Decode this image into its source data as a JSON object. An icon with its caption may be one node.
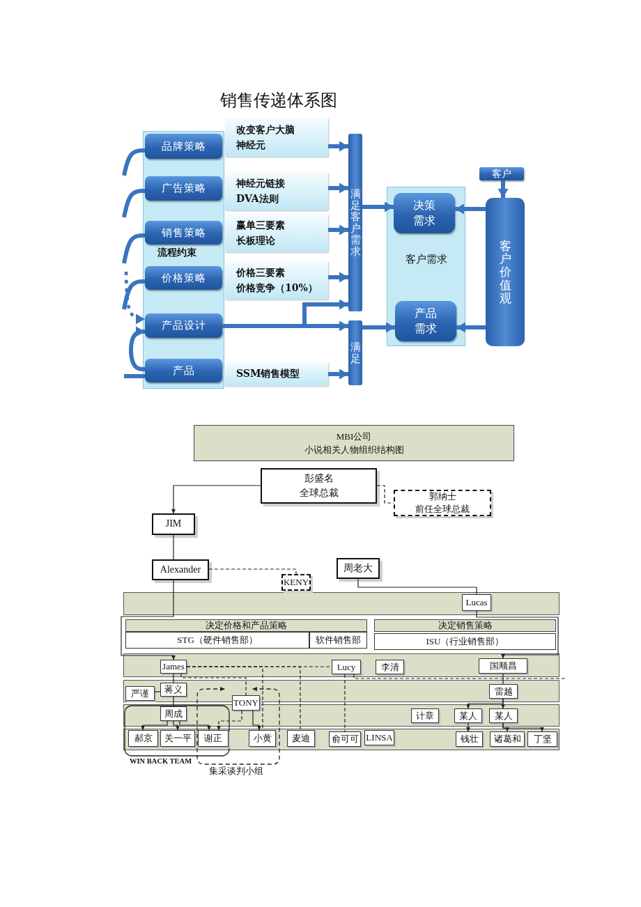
{
  "diagram": {
    "title": "销售传递体系图",
    "nodes": [
      {
        "text": [
          "流程约束"
        ]
      },
      {
        "text": [
          "品牌策略"
        ],
        "in": 0
      },
      {
        "text": [
          "广告策略"
        ],
        "in": 0
      },
      {
        "text": [
          "销售策略"
        ],
        "in": 0
      },
      {
        "text": [
          "价格策略"
        ],
        "in": 0
      },
      {
        "text": [
          "产品设计"
        ],
        "in": 0
      },
      {
        "text": [
          "产品"
        ],
        "in": 0
      },
      {
        "text": [
          "改变客户大脑神经元"
        ]
      },
      {
        "text": [
          "神经元链接",
          "DVA法则"
        ]
      },
      {
        "text": [
          "赢单三要素",
          "长板理论"
        ]
      },
      {
        "text": [
          "价格三要素",
          "价格竞争（10%）"
        ]
      },
      {
        "text": [
          "SSM销售模型"
        ]
      },
      {
        "text": [
          "满足客户需求"
        ]
      },
      {
        "text": [
          "满足"
        ]
      },
      {
        "text": [
          "客户需求"
        ]
      },
      {
        "text": [
          "决策需求"
        ],
        "in": 14
      },
      {
        "text": [
          "产品需求"
        ],
        "in": 14
      },
      {
        "text": [
          "客户"
        ]
      },
      {
        "text": [
          "客户价值观"
        ]
      },
      {
        "text": [
          "MBI公司",
          "小说相关人物组织结构图"
        ]
      },
      {
        "text": [
          "彭盛名",
          "全球总裁"
        ]
      },
      {
        "text": [
          "郭纳士",
          "前任全球总裁"
        ]
      },
      {
        "text": [
          "JIM"
        ]
      },
      {
        "text": [
          "Alexander"
        ]
      },
      {
        "text": [
          "KENY"
        ]
      },
      {
        "text": [
          "周老大"
        ]
      },
      {
        "text": [
          "Lucas"
        ]
      },
      {
        "text": [
          "决定价格和产品策略"
        ]
      },
      {
        "text": [
          "决定销售策略"
        ]
      },
      {
        "text": [
          "STG（硬件销售部）"
        ]
      },
      {
        "text": [
          "软件销售部"
        ]
      },
      {
        "text": [
          "ISU（行业销售部）"
        ]
      },
      {
        "text": [
          "James"
        ]
      },
      {
        "text": [
          "Lucy"
        ]
      },
      {
        "text": [
          "李清"
        ]
      },
      {
        "text": [
          "国顺昌"
        ]
      },
      {
        "text": [
          "严谨"
        ]
      },
      {
        "text": [
          "蒋义"
        ]
      },
      {
        "text": [
          "雷越"
        ]
      },
      {
        "text": [
          "集采谈判小组"
        ]
      },
      {
        "text": [
          "TONY"
        ],
        "in": 39
      },
      {
        "text": [
          "WIN BACK TEAM"
        ]
      },
      {
        "text": [
          "周成"
        ],
        "in": 41
      },
      {
        "text": [
          "计章"
        ]
      },
      {
        "text": [
          "某人"
        ]
      },
      {
        "text": [
          "某人"
        ]
      },
      {
        "text": [
          "郝京"
        ],
        "in": 41
      },
      {
        "text": [
          "关一平"
        ],
        "in": 41
      },
      {
        "text": [
          "谢正"
        ]
      },
      {
        "text": [
          "小黄"
        ],
        "in": 39
      },
      {
        "text": [
          "麦迪"
        ]
      },
      {
        "text": [
          "俞可可"
        ]
      },
      {
        "text": [
          "LINSA"
        ]
      },
      {
        "text": [
          "钱壮"
        ]
      },
      {
        "text": [
          "诸葛和"
        ]
      },
      {
        "text": [
          "丁坚"
        ]
      }
    ],
    "edges": [
      {
        "from": null,
        "to": 1,
        "arrow": "none",
        "style": "thick",
        "color": "#3a74bd"
      },
      {
        "from": null,
        "to": 2,
        "arrow": "none",
        "style": "thick",
        "color": "#3a74bd"
      },
      {
        "from": null,
        "to": 3,
        "arrow": "none",
        "style": "thick",
        "color": "#3a74bd"
      },
      {
        "from": null,
        "to": 4,
        "arrow": "none",
        "style": "thick",
        "color": "#3a74bd"
      },
      {
        "from": null,
        "to": 5,
        "arrow": "to",
        "style": "dashed",
        "color": "#3a74bd"
      },
      {
        "from": 6,
        "to": 5,
        "arrow": "to",
        "style": "thick",
        "color": "#3a74bd"
      },
      {
        "from": null,
        "to": 6,
        "arrow": "none",
        "style": "thick",
        "color": "#3a74bd"
      },
      {
        "from": 7,
        "to": 12,
        "arrow": "to",
        "style": "thick",
        "color": "#3a74bd"
      },
      {
        "from": 8,
        "to": 12,
        "arrow": "to",
        "style": "thick",
        "color": "#3a74bd"
      },
      {
        "from": 9,
        "to": 12,
        "arrow": "to",
        "style": "thick",
        "color": "#3a74bd"
      },
      {
        "from": 10,
        "to": 12,
        "arrow": "to",
        "style": "thick",
        "color": "#3a74bd"
      },
      {
        "from": 5,
        "to": 12,
        "arrow": "to",
        "style": "thick",
        "color": "#3a74bd"
      },
      {
        "from": 5,
        "to": 13,
        "arrow": "to",
        "style": "thick",
        "color": "#3a74bd"
      },
      {
        "from": 11,
        "to": 13,
        "arrow": "to",
        "style": "thick",
        "color": "#3a74bd"
      },
      {
        "from": 12,
        "to": 15,
        "arrow": "to",
        "style": "thick",
        "color": "#3a74bd"
      },
      {
        "from": 13,
        "to": 16,
        "arrow": "to",
        "style": "thick",
        "color": "#3a74bd"
      },
      {
        "from": 17,
        "to": 18,
        "arrow": "to",
        "style": "thick",
        "color": "#3a74bd"
      },
      {
        "from": 18,
        "to": 15,
        "arrow": "to",
        "style": "thick",
        "color": "#3a74bd"
      },
      {
        "from": 18,
        "to": 16,
        "arrow": "to",
        "style": "thick",
        "color": "#3a74bd"
      },
      {
        "from": 20,
        "to": 22,
        "arrow": "to"
      },
      {
        "from": 20,
        "to": 21,
        "arrow": "none",
        "style": "dashed"
      },
      {
        "from": 22,
        "to": 23,
        "arrow": "none"
      },
      {
        "from": 23,
        "to": 24,
        "arrow": "none",
        "style": "dashed"
      },
      {
        "from": 23,
        "to": 32,
        "arrow": "to"
      },
      {
        "from": 25,
        "to": 26,
        "arrow": "none"
      },
      {
        "from": 26,
        "to": 35,
        "arrow": "to"
      },
      {
        "from": 32,
        "to": 37,
        "arrow": "none"
      },
      {
        "from": 37,
        "to": 36,
        "arrow": "none"
      },
      {
        "from": 37,
        "to": 42,
        "arrow": "none"
      },
      {
        "from": 42,
        "to": 46,
        "arrow": "to"
      },
      {
        "from": 42,
        "to": 47,
        "arrow": "to"
      },
      {
        "from": 42,
        "to": 48,
        "arrow": "to"
      },
      {
        "from": 32,
        "to": 40,
        "arrow": "none",
        "style": "dashed"
      },
      {
        "from": 32,
        "to": 33,
        "arrow": "none",
        "style": "dashed"
      },
      {
        "from": 32,
        "to": 49,
        "arrow": "none",
        "style": "dashed"
      },
      {
        "from": 32,
        "to": 50,
        "arrow": "none",
        "style": "dashed"
      },
      {
        "from": 33,
        "to": 51,
        "arrow": "none",
        "style": "dashed"
      },
      {
        "from": 33,
        "to": null,
        "arrow": "none",
        "style": "dashed"
      },
      {
        "from": 40,
        "to": 48,
        "arrow": "to",
        "style": "dashed"
      },
      {
        "from": 40,
        "to": 49,
        "arrow": "to"
      },
      {
        "from": 35,
        "to": 38,
        "arrow": "none"
      },
      {
        "from": 38,
        "to": 44,
        "arrow": "to"
      },
      {
        "from": 38,
        "to": 45,
        "arrow": "to"
      },
      {
        "from": 44,
        "to": 53,
        "arrow": "to"
      },
      {
        "from": 45,
        "to": 54,
        "arrow": "to"
      },
      {
        "from": 45,
        "to": 55,
        "arrow": "to"
      }
    ]
  }
}
